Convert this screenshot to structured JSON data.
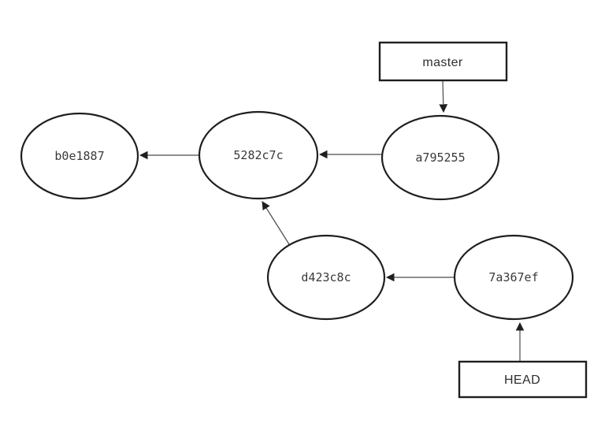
{
  "diagram": {
    "type": "git-commit-graph",
    "background": "#ffffff",
    "shape_stroke_color": "#1f1f1f",
    "edge_line_color": "#4a4a4a",
    "text_color": "#3a3a3a",
    "commits": [
      {
        "label": "b0e1887"
      },
      {
        "label": "5282c7c"
      },
      {
        "label": "a795255"
      },
      {
        "label": "d423c8c"
      },
      {
        "label": "7a367ef"
      }
    ],
    "refs": [
      {
        "label": "master",
        "points_to": "a795255"
      },
      {
        "label": "HEAD",
        "points_to": "7a367ef"
      }
    ],
    "edges": [
      {
        "from": "a795255",
        "to": "5282c7c"
      },
      {
        "from": "5282c7c",
        "to": "b0e1887"
      },
      {
        "from": "d423c8c",
        "to": "5282c7c"
      },
      {
        "from": "7a367ef",
        "to": "d423c8c"
      },
      {
        "from": "master",
        "to": "a795255"
      },
      {
        "from": "HEAD",
        "to": "7a367ef"
      }
    ]
  }
}
